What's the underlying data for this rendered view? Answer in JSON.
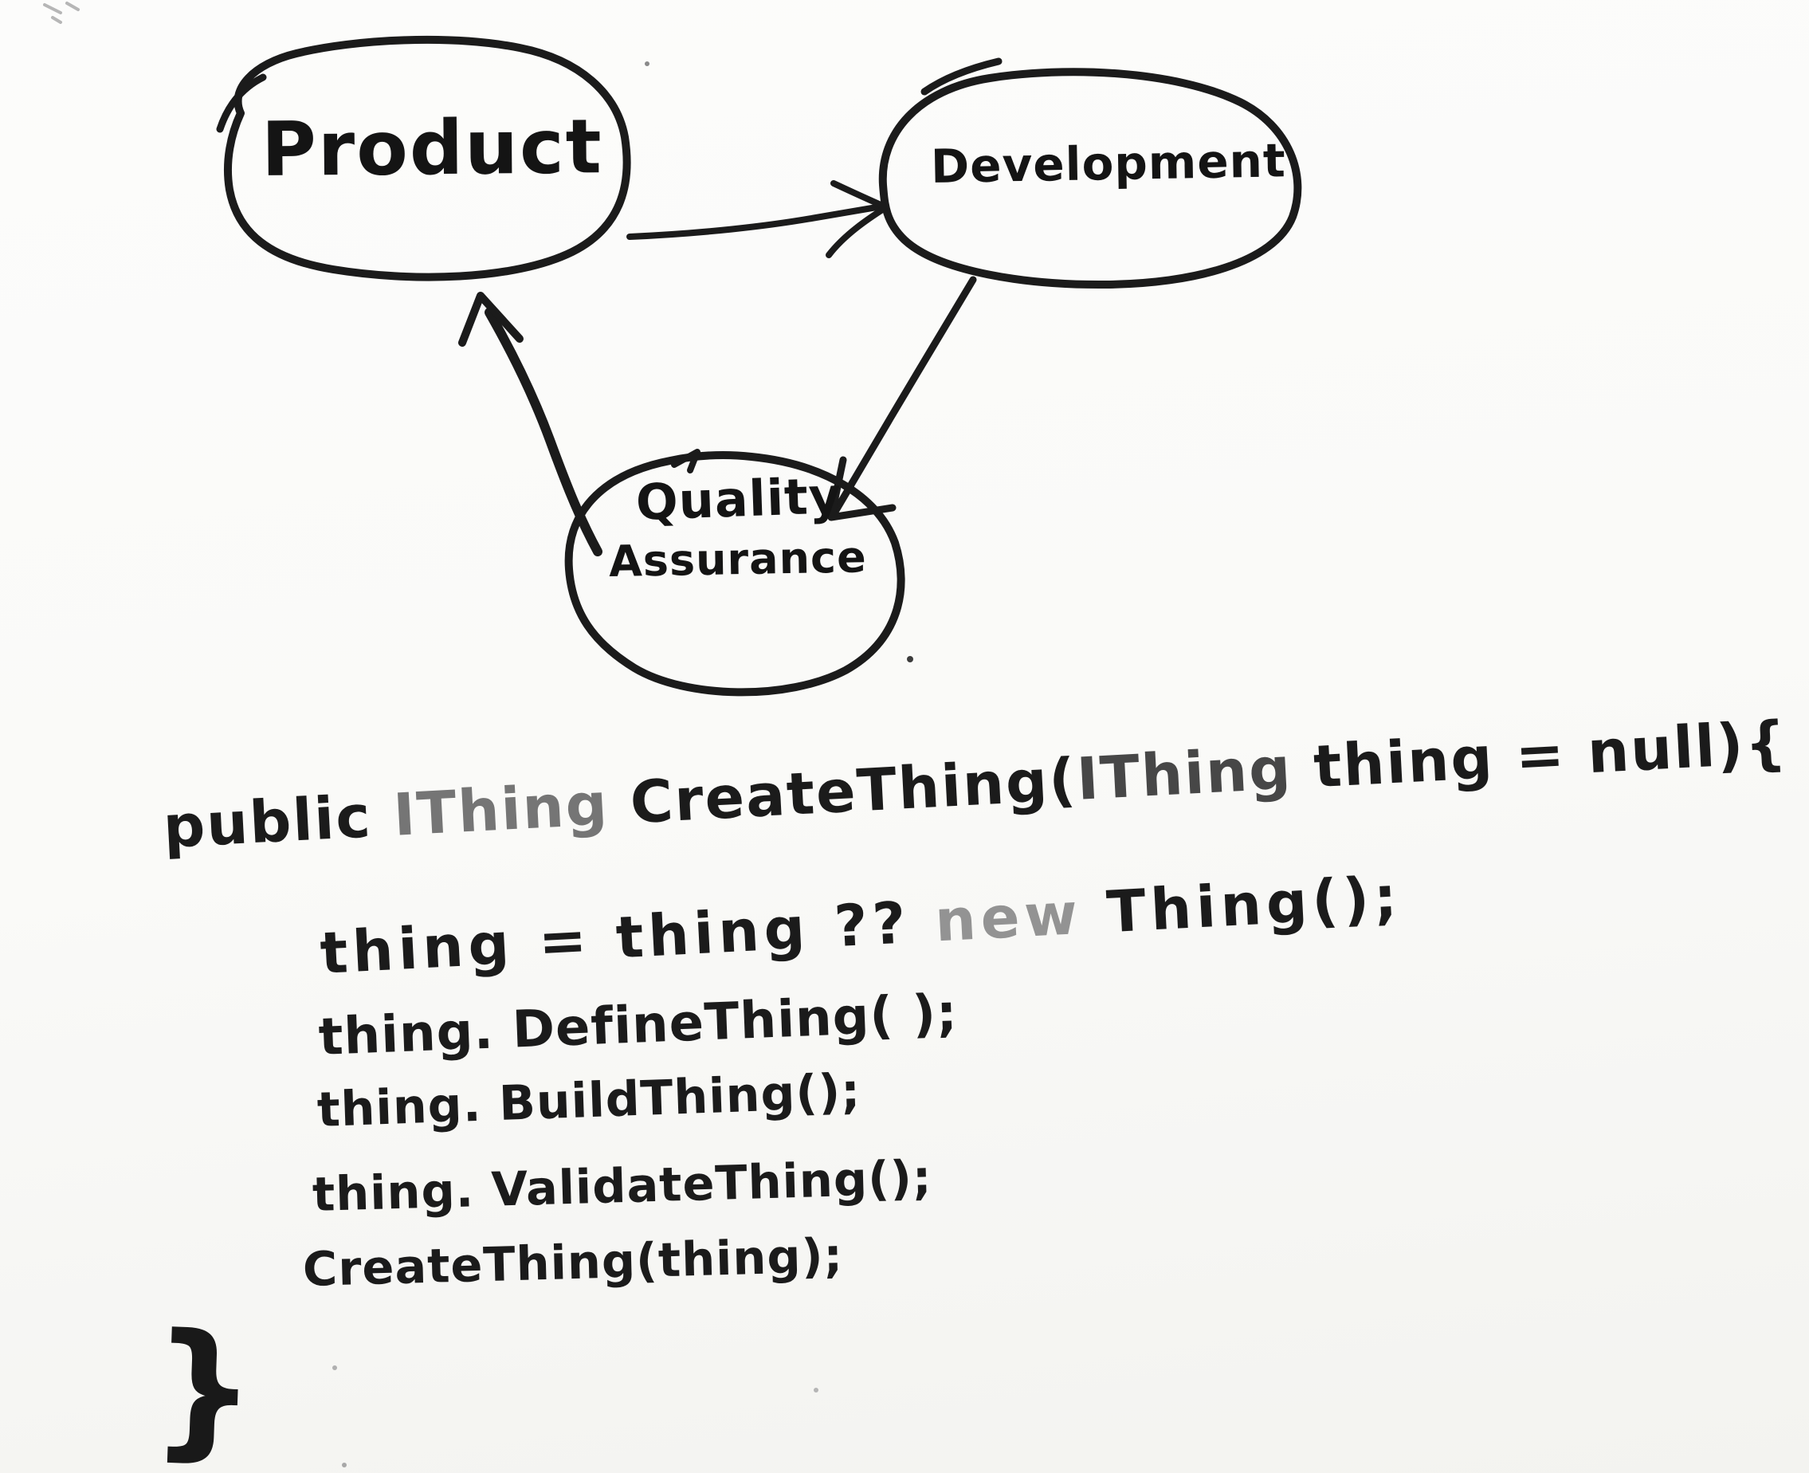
{
  "colors": {
    "ink": "#1b1b1b",
    "ink_semi": "#474747",
    "ink_faded": "#757575",
    "ink_light": "#939393",
    "board": "#f8f8f6"
  },
  "diagram": {
    "nodes": [
      {
        "id": "product",
        "label": "Product"
      },
      {
        "id": "development",
        "label": "Development"
      },
      {
        "id": "quality-assurance",
        "label": "Quality",
        "label2": "Assurance"
      }
    ],
    "edges": [
      {
        "from": "product",
        "to": "development"
      },
      {
        "from": "development",
        "to": "quality-assurance"
      },
      {
        "from": "quality-assurance",
        "to": "product"
      }
    ]
  },
  "code": {
    "lines": [
      {
        "segments": [
          {
            "text": "public ",
            "shade": "ink"
          },
          {
            "text": "IThing ",
            "shade": "faded"
          },
          {
            "text": "CreateThing",
            "shade": "ink"
          },
          {
            "text": "(",
            "shade": "ink"
          },
          {
            "text": "IThing",
            "shade": "semi"
          },
          {
            "text": " thing = null){",
            "shade": "ink"
          }
        ]
      },
      {
        "segments": [
          {
            "text": "thing = thing ?? ",
            "shade": "ink"
          },
          {
            "text": "new ",
            "shade": "light"
          },
          {
            "text": "Thing();",
            "shade": "ink"
          }
        ]
      },
      {
        "segments": [
          {
            "text": "thing. DefineThing( );",
            "shade": "ink"
          }
        ]
      },
      {
        "segments": [
          {
            "text": "thing. BuildThing();",
            "shade": "ink"
          }
        ]
      },
      {
        "segments": [
          {
            "text": "thing. ValidateThing();",
            "shade": "ink"
          }
        ]
      },
      {
        "segments": [
          {
            "text": "CreateThing(thing);",
            "shade": "ink"
          }
        ]
      }
    ],
    "closing_brace": "}"
  }
}
